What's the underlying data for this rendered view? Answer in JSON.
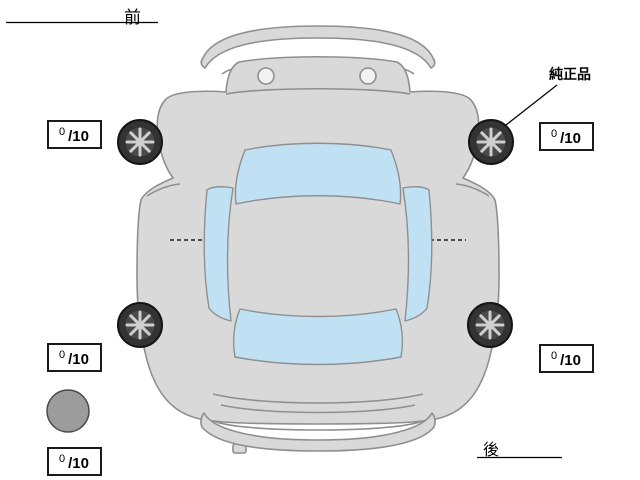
{
  "labels": {
    "front": "前",
    "rear": "後",
    "genuine_part": "純正品"
  },
  "ratings": {
    "front_left": {
      "value": "0",
      "scale": "/10"
    },
    "front_right": {
      "value": "0",
      "scale": "/10"
    },
    "rear_left": {
      "value": "0",
      "scale": "/10"
    },
    "rear_right": {
      "value": "0",
      "scale": "/10"
    },
    "spare": {
      "value": "0",
      "scale": "/10"
    }
  },
  "colors": {
    "background": "#ffffff",
    "body": "#d9d9d9",
    "glass": "#c0e0f4",
    "outline": "#8f8f8f",
    "tire": "#333333",
    "spoke": "#cfcfcf",
    "spare_tire": "#9c9c9c",
    "annotation": "#000000"
  },
  "icons": {
    "wheel": "car-wheel-top-view",
    "spare_tire": "gray-circle"
  }
}
